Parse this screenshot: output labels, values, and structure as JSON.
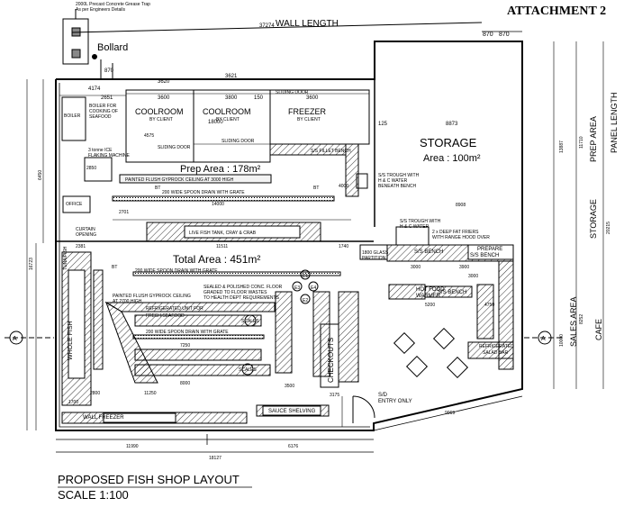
{
  "header": {
    "attachment": "ATTACHMENT 2"
  },
  "title": {
    "main": "PROPOSED FISH SHOP LAYOUT",
    "scale": "SCALE 1:100"
  },
  "notes": {
    "grease_trap_1": "2000L Precast Concrete Grease Trap",
    "grease_trap_2": "As per Engineers Details"
  },
  "rooms": {
    "bollard": "Bollard",
    "boiler": "BOILER",
    "boiler_note": [
      "BOILER FOR",
      "COOKING OF",
      "SEAFOOD"
    ],
    "coolroom_1": "COOLROOM",
    "coolroom_2": "COOLROOM",
    "freezer": "FREEZER",
    "by_client": "BY CLIENT",
    "storage": "STORAGE",
    "storage_area": "Area : 100m²",
    "prep_area": "Prep Area : 178m²",
    "total_area": "Total Area : 451m²",
    "ice_machine": [
      "3 tonne ICE",
      "FLAKING MACHINE"
    ],
    "office": "OFFICE",
    "curtain": [
      "CURTAIN",
      "OPENING"
    ],
    "live_tank": "LIVE FISH TANK, CRAY & CRAB",
    "s_s_fillet_bench": "S/S FILLET BENCH",
    "sliding_door": "SLIDING DOOR",
    "ceiling_prep": "PAINTED FLUSH GYPROCK CEILING AT 3000 HIGH",
    "drain_1": "200 WIDE SPOON DRAIN WITH GRATE",
    "drain_2": "200 WIDE SPOON DRAIN WITH GRATE",
    "drain_3": "200 WIDE SPOON DRAIN WITH GRATE",
    "ceiling_shop": [
      "PAINTED FLUSH GYPROCK CEILING",
      "AT 2700 HIGH"
    ],
    "floor_note": [
      "SEALED & POLISHED CONC. FLOOR",
      "GRADED TO FLOOR WASTES",
      "TO HEALTH DEPT REQUIREMENTS"
    ],
    "refrig_seafood": [
      "REFRIGERATED UNIT FOR",
      "FRESH SEAFOOD"
    ],
    "scales": "SCALES",
    "checkouts": "CHECKOUTS",
    "glass_partition": [
      "1800 GLASS",
      "PARTITION"
    ],
    "hot_food": [
      "HOT FOOD",
      "WARMER"
    ],
    "s_s_bench": "S/S BENCH",
    "prepare_bench": [
      "PREPARE",
      "S/S BENCH"
    ],
    "refrig_salad": [
      "REFRIGERATED",
      "SALAD BAR"
    ],
    "trough_1": [
      "S/S TROUGH WITH",
      "H & C WATER",
      "BENEATH BENCH"
    ],
    "trough_2": [
      "S/S TROUGH WITH",
      "H & C WATER"
    ],
    "fryers": [
      "2 x DEEP FAT FRIERS",
      "WITH RANGE HOOD OVER"
    ],
    "wall_freezer": "WALL FREEZER",
    "sauce_shelving": "SAUCE SHELVING",
    "entry": [
      "S/D",
      "ENTRY ONLY"
    ],
    "tuna": "TUNA/FISH",
    "whole_fish": "WHOLE FISH",
    "wall_length": "WALL LENGTH",
    "panel_length": "PANEL LENGTH",
    "prep_area_side": "PREP AREA",
    "storage_side": "STORAGE",
    "sales_area": "SALES AREA",
    "cafe": "CAFE",
    "section_mark": "A"
  },
  "dims": {
    "d37274": "37274",
    "d870a": "870",
    "d870b": "870",
    "d870c": "870",
    "d4174": "4174",
    "d3620": "3620",
    "d3621": "3621",
    "d2651": "2651",
    "d3600a": "3600",
    "d3600b": "3600",
    "d3600c": "3600",
    "d3800": "3800",
    "d150": "150",
    "d125": "125",
    "d8873": "8873",
    "d18000": "18000",
    "d14000": "14000",
    "d2701": "2701",
    "d11511": "11511",
    "d8908": "8908",
    "d3000a": "3000",
    "d3000b": "3000",
    "d3900": "3900",
    "d5200": "5200",
    "d7250": "7250",
    "d8000": "8000",
    "d11250": "11250",
    "d3500": "3500",
    "d3175": "3175",
    "d11990": "11990",
    "d6176": "6176",
    "d18127": "18127",
    "d9069": "9069",
    "d2850": "2850",
    "d4575": "4575",
    "d4000": "4000",
    "d1740": "1740",
    "d2381": "2381",
    "d13887": "13887",
    "d11710": "11710",
    "d20215": "20215",
    "d10000": "10000",
    "d8252": "8252",
    "d16723": "16723",
    "d6450": "6450",
    "d1700": "1700",
    "d2800": "2800",
    "d4750": "4750"
  },
  "marks": {
    "e1": "E1",
    "e2": "E2",
    "e3": "E3",
    "e4": "E4",
    "bt": "BT",
    "fw": "FW"
  }
}
